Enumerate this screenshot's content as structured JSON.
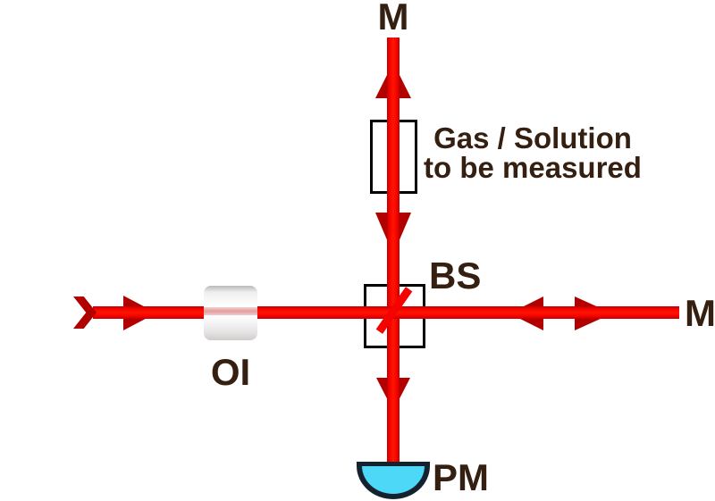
{
  "diagram": {
    "type": "optical-interferometer-setup",
    "background": "#ffffff",
    "labels": {
      "mirror_top": "M",
      "mirror_right": "M",
      "beam_splitter": "BS",
      "optical_isolator": "OI",
      "photometer": "PM",
      "sample_region_line1": "Gas / Solution",
      "sample_region_line2": "to be measured"
    },
    "colors": {
      "beam_bright": "#f60400",
      "beam_dark": "#b00000",
      "component_outline": "#000000",
      "label_text": "#351f11",
      "detector_fill": "#4ed8f7",
      "detector_outline": "#142230",
      "isolator_body": "#f2f1f1"
    }
  }
}
